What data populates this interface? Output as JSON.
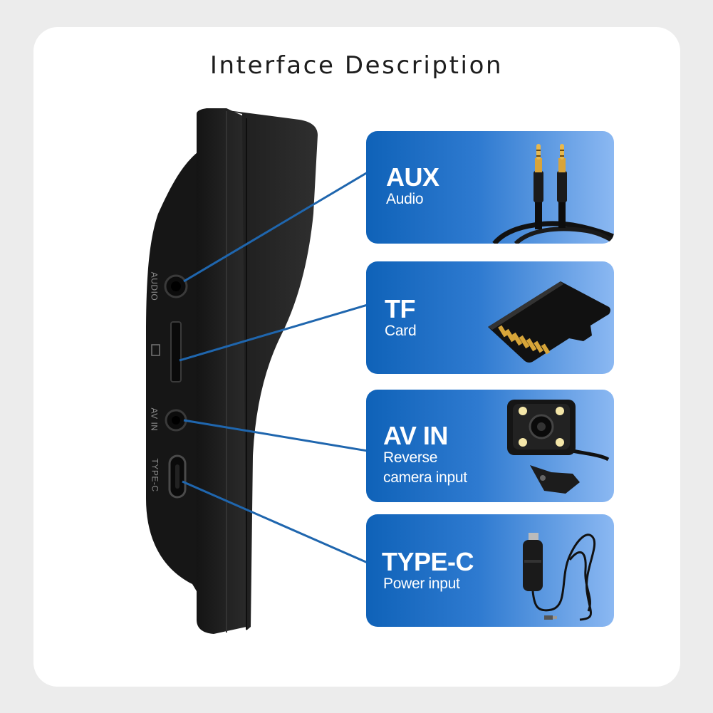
{
  "title": "Interface Description",
  "device": {
    "port_labels": {
      "audio": "AUDIO",
      "avin": "AV IN",
      "typec": "TYPE-C"
    }
  },
  "panels": [
    {
      "name": "AUX",
      "desc_lines": [
        "Audio"
      ],
      "picture": "aux-cable-icon"
    },
    {
      "name": "TF",
      "desc_lines": [
        "Card"
      ],
      "picture": "tf-card-icon"
    },
    {
      "name": "AV IN",
      "desc_lines": [
        "Reverse",
        "camera input"
      ],
      "picture": "reverse-camera-icon"
    },
    {
      "name": "TYPE-C",
      "desc_lines": [
        "Power input"
      ],
      "picture": "car-charger-icon"
    }
  ],
  "colors": {
    "panel_dark": "#0f62b8",
    "panel_light": "#8bb8f2",
    "leader_line": "#1f66ae",
    "device_body": "#1b1b1b"
  }
}
